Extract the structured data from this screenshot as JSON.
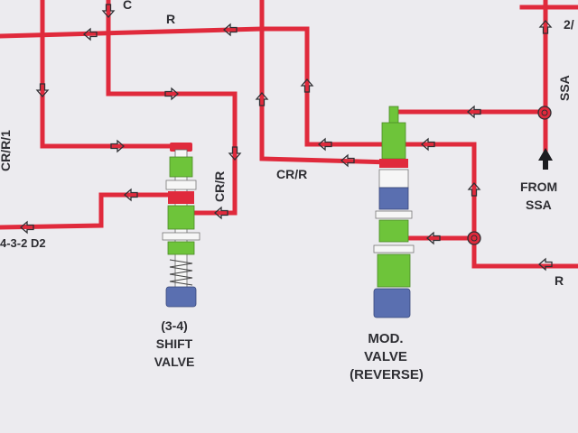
{
  "colors": {
    "background": "#ecebef",
    "line": "#e02a3c",
    "line_light": "#ea5a6c",
    "valve_green": "#6ec43a",
    "valve_blue": "#5a6fb0",
    "valve_white": "#f6f6f6",
    "text": "#2e2e33",
    "arrow": "#2f2f33"
  },
  "labels": {
    "top_c": "C",
    "top_r": "R",
    "top_right": "2/",
    "left_cr": "CR/R/1",
    "cr_r_vertical": "CR/R",
    "cr_r_center": "CR/R",
    "ssa_vertical": "SSA",
    "from": "FROM",
    "ssa": "SSA",
    "r_right": "R",
    "bottom_left": "4-3-2 D2"
  },
  "valves": {
    "shift_valve": {
      "line1": "(3-4)",
      "line2": "SHIFT",
      "line3": "VALVE"
    },
    "mod_valve": {
      "line1": "MOD.",
      "line2": "VALVE",
      "line3": "(REVERSE)"
    }
  },
  "icons": {
    "flow_arrow": "arrowhead-outline-icon",
    "fixed_arrow": "filled-arrow-up-icon",
    "junction": "junction-circle-icon"
  }
}
